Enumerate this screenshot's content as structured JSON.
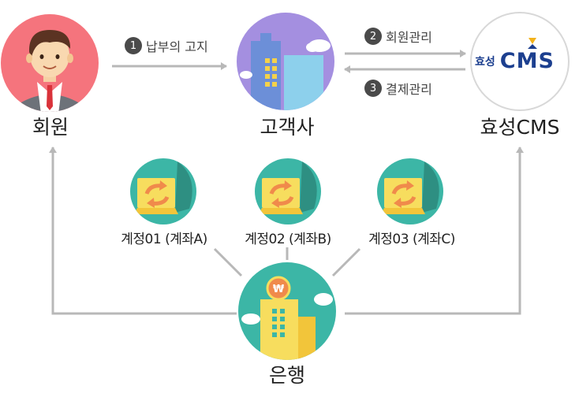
{
  "nodes": {
    "member": "회원",
    "client": "고객사",
    "cms": "효성CMS",
    "bank": "은행"
  },
  "cms_logo": {
    "korean": "효성",
    "english": "CMS"
  },
  "steps": [
    {
      "num": "1",
      "label": "납부의 고지"
    },
    {
      "num": "2",
      "label": "회원관리"
    },
    {
      "num": "3",
      "label": "결제관리"
    }
  ],
  "accounts": [
    {
      "label": "계정01 (계좌A)"
    },
    {
      "label": "계정02 (계좌B)"
    },
    {
      "label": "계정03 (계좌C)"
    }
  ],
  "colors": {
    "member_bg": "#f5747d",
    "client_bg": "#a48fe0",
    "cms_border": "#d8d8d8",
    "cms_text": "#1c3f8f",
    "cms_accent": "#f3b21a",
    "account_bg": "#3cb6a6",
    "bank_bg": "#3cb6a6",
    "arrow": "#b8b8b8",
    "step_badge": "#4a4a4a"
  }
}
